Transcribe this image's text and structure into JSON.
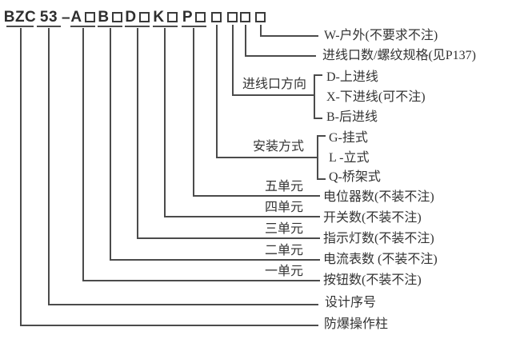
{
  "model_code": {
    "prefix": "BZC",
    "design_series": "53",
    "separator": "–",
    "unit_groups": [
      {
        "letter": "A"
      },
      {
        "letter": "B"
      },
      {
        "letter": "D"
      },
      {
        "letter": "K"
      },
      {
        "letter": "P"
      }
    ],
    "placeholder_symbol": "□",
    "placeholder_box_count": 4
  },
  "callouts": {
    "outdoor": "W-户外(不要求不注)",
    "inlet_count": "进线口数/螺纹规格(见P137)",
    "inlet_direction": {
      "label": "进线口方向",
      "options": [
        "D-上进线",
        "X-下进线(可不注)",
        "B-后进线"
      ]
    },
    "mounting": {
      "label": "安装方式",
      "options": [
        "G-挂式",
        "L -立式",
        "Q-桥架式"
      ]
    },
    "units": [
      {
        "unit": "五单元",
        "meaning": "电位器数(不装不注)"
      },
      {
        "unit": "四单元",
        "meaning": "开关数(不装不注)"
      },
      {
        "unit": "三单元",
        "meaning": "指示灯数(不装不注)"
      },
      {
        "unit": "二单元",
        "meaning": "电流表数 (不装不注)"
      },
      {
        "unit": "一单元",
        "meaning": "按钮数(不装不注)"
      }
    ],
    "design_serial": "设计序号",
    "product_name": "防爆操作柱"
  },
  "colors": {
    "line": "#4b4b4b",
    "text": "#333333",
    "title": "#2e2e2e",
    "background": "#ffffff"
  }
}
